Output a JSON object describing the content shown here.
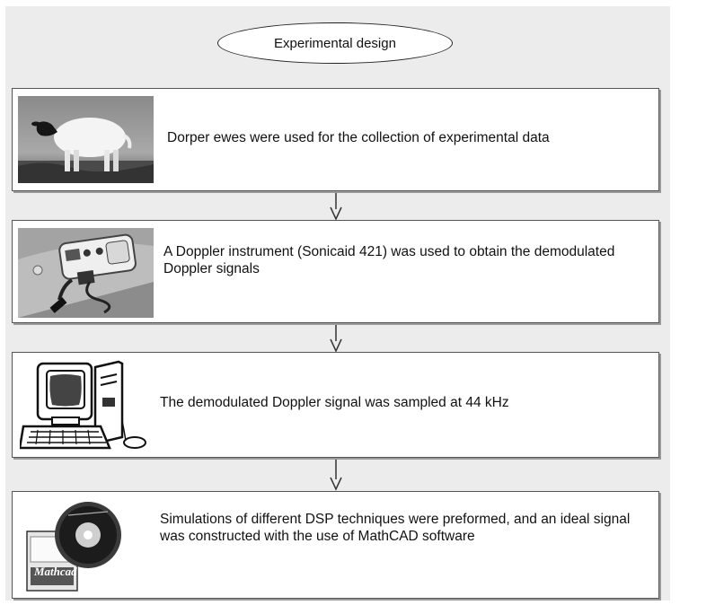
{
  "title": "Experimental design",
  "steps": [
    {
      "text": "Dorper ewes were used for the collection of experimental data",
      "icon": "sheep-photo"
    },
    {
      "text": "A Doppler instrument (Sonicaid 421) was used to obtain the demodulated Doppler signals",
      "icon": "doppler-instrument-photo"
    },
    {
      "text": "The demodulated Doppler signal was sampled at 44 kHz",
      "icon": "computer-icon"
    },
    {
      "text": "Simulations of different DSP techniques were preformed, and an ideal signal was constructed with the use of MathCAD software",
      "icon": "mathcad-software-icon",
      "logo_text": "Mathcad"
    }
  ],
  "colors": {
    "panel": "#ececec",
    "box_border": "#555555",
    "text": "#111111"
  }
}
